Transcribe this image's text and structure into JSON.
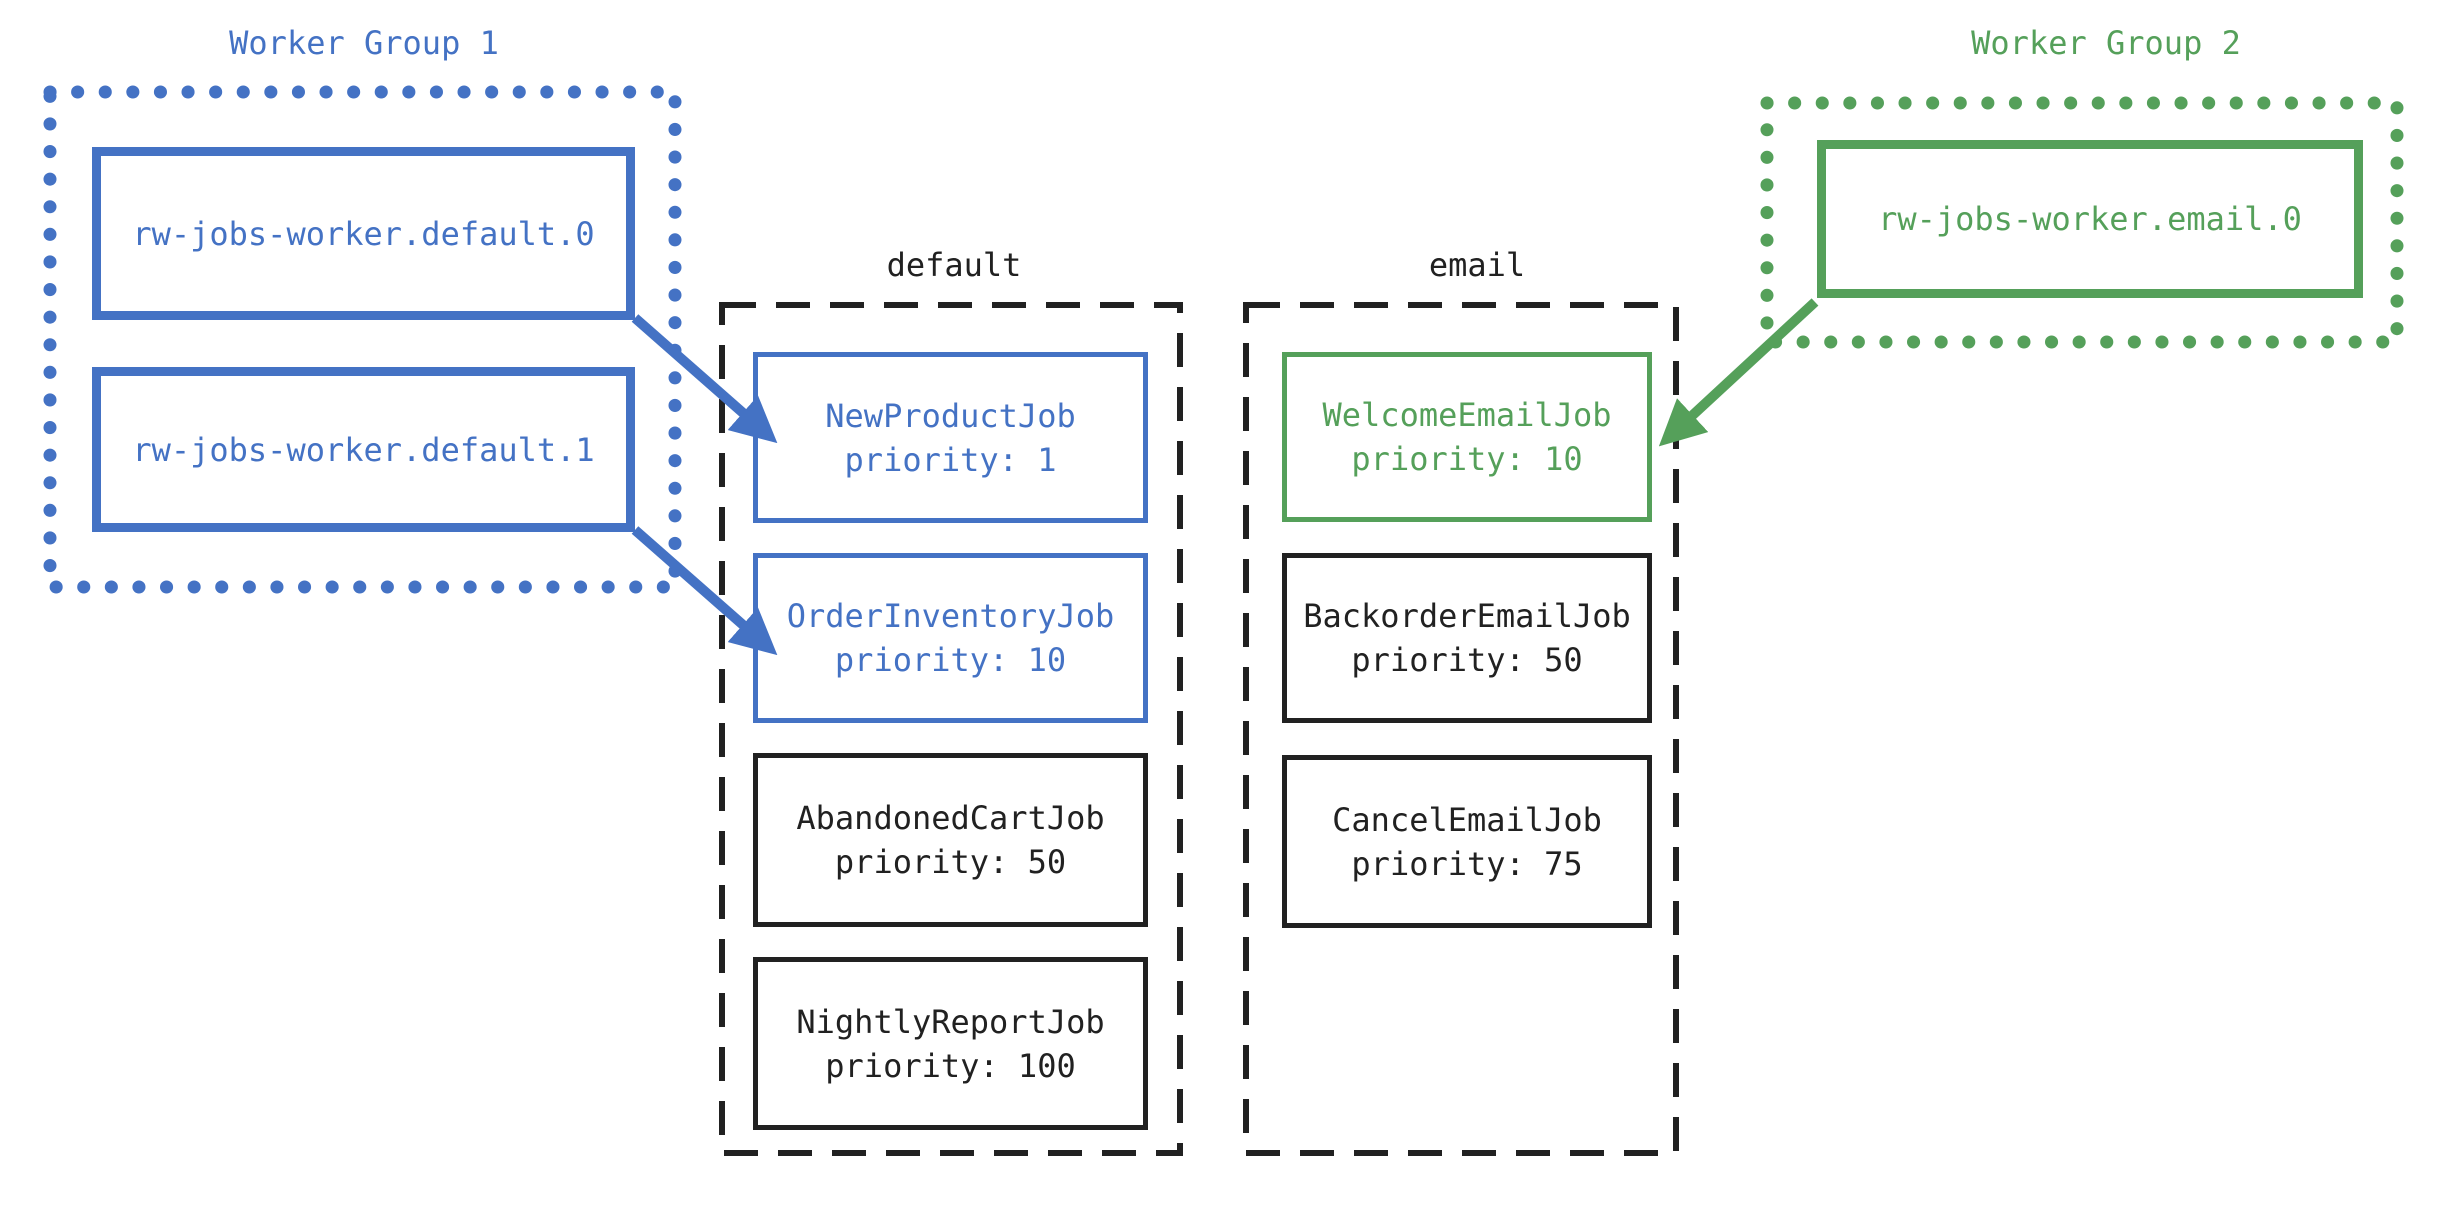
{
  "colors": {
    "blue": "#4472C4",
    "green": "#55A05A",
    "black": "#212121",
    "background": "#ffffff"
  },
  "worker_groups": [
    {
      "label": "Worker Group 1",
      "color": "#4472C4",
      "workers": [
        {
          "name": "rw-jobs-worker.default.0"
        },
        {
          "name": "rw-jobs-worker.default.1"
        }
      ]
    },
    {
      "label": "Worker Group 2",
      "color": "#55A05A",
      "workers": [
        {
          "name": "rw-jobs-worker.email.0"
        }
      ]
    }
  ],
  "queues": [
    {
      "label": "default",
      "jobs": [
        {
          "name": "NewProductJob",
          "priority": 1,
          "priority_label": "priority: 1",
          "accent": "blue"
        },
        {
          "name": "OrderInventoryJob",
          "priority": 10,
          "priority_label": "priority: 10",
          "accent": "blue"
        },
        {
          "name": "AbandonedCartJob",
          "priority": 50,
          "priority_label": "priority: 50",
          "accent": "black"
        },
        {
          "name": "NightlyReportJob",
          "priority": 100,
          "priority_label": "priority: 100",
          "accent": "black"
        }
      ]
    },
    {
      "label": "email",
      "jobs": [
        {
          "name": "WelcomeEmailJob",
          "priority": 10,
          "priority_label": "priority: 10",
          "accent": "green"
        },
        {
          "name": "BackorderEmailJob",
          "priority": 50,
          "priority_label": "priority: 50",
          "accent": "black"
        },
        {
          "name": "CancelEmailJob",
          "priority": 75,
          "priority_label": "priority: 75",
          "accent": "black"
        }
      ]
    }
  ],
  "edges": [
    {
      "from": "rw-jobs-worker.default.0",
      "to": "NewProductJob",
      "color": "#4472C4"
    },
    {
      "from": "rw-jobs-worker.default.1",
      "to": "OrderInventoryJob",
      "color": "#4472C4"
    },
    {
      "from": "rw-jobs-worker.email.0",
      "to": "WelcomeEmailJob",
      "color": "#55A05A"
    }
  ]
}
